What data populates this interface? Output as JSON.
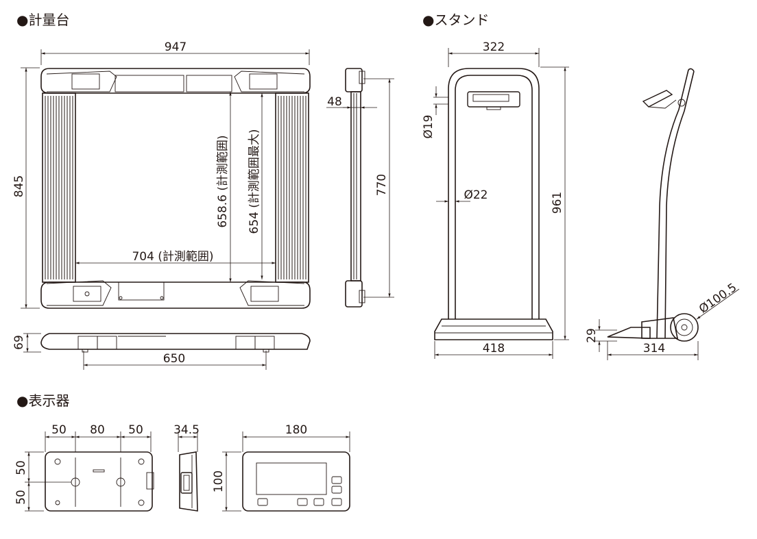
{
  "headings": {
    "platform": "●計量台",
    "stand": "●スタンド",
    "display": "●表示器"
  },
  "platform": {
    "width": "947",
    "height": "845",
    "measure_width": "704 (計測範囲)",
    "measure_len1": "658.6 (計測範囲)",
    "measure_len2": "654 (計測範囲最大)",
    "side_thickness": "48",
    "side_length": "770",
    "profile_height": "69",
    "profile_width": "650"
  },
  "stand": {
    "top_width": "322",
    "mount_dia": "Ø19",
    "pipe_dia": "Ø22",
    "height": "961",
    "base_width": "418",
    "wheel_dia": "Ø100.5",
    "foot_height": "29",
    "depth": "314"
  },
  "display": {
    "spacing_a": "50",
    "spacing_b": "80",
    "spacing_c": "50",
    "vert_a": "50",
    "vert_b": "50",
    "depth": "34.5",
    "width": "180",
    "height": "100"
  }
}
